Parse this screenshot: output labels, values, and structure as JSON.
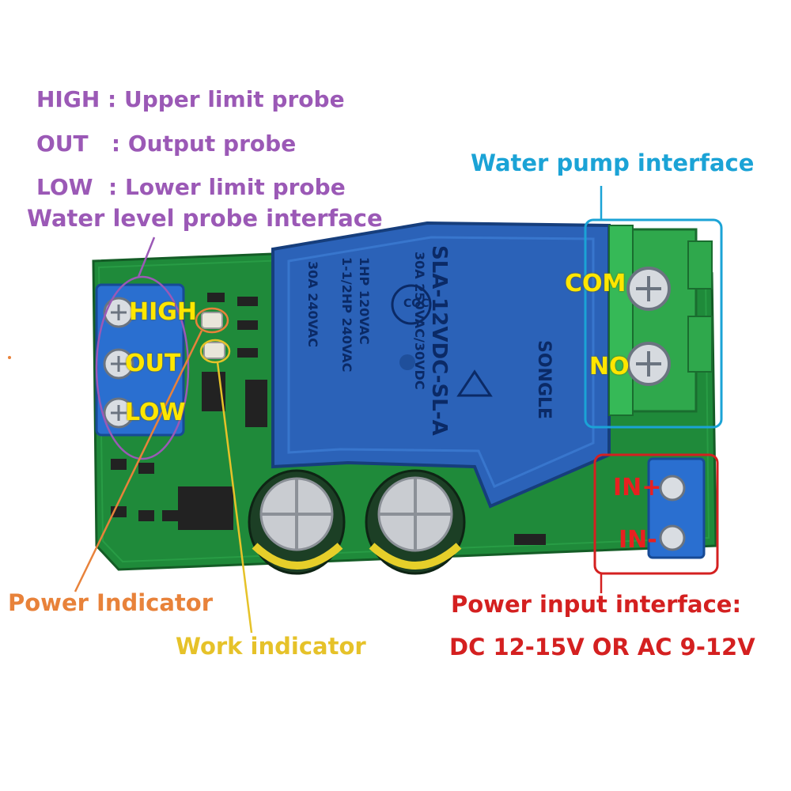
{
  "legend": {
    "high": "HIGH : Upper limit probe",
    "out": "OUT   : Output probe",
    "low": "LOW  : Lower limit probe",
    "probe_interface": "Water level probe interface"
  },
  "pump": {
    "title": "Water pump interface",
    "com": "COM",
    "no": "NO"
  },
  "probe_terminals": {
    "high": "HIGH",
    "out": "OUT",
    "low": "LOW"
  },
  "power_input": {
    "in_plus": "IN+",
    "in_minus": "IN-",
    "title": "Power input interface:",
    "spec": "DC 12-15V OR AC 9-12V"
  },
  "indicators": {
    "power": "Power Indicator",
    "work": "Work indicator"
  },
  "relay": {
    "model": "SLA-12VDC-SL-A",
    "rating1": "30A  250VAC/30VDC",
    "rating2": "1HP 120VAC",
    "rating3": "1-1/2HP 240VAC",
    "rating4": "30A 240VAC",
    "brand": "SONGLE",
    "cert": "CQC"
  },
  "colors": {
    "legend": "#9b59b6",
    "pump": "#1ba3d6",
    "power_indicator": "#e8823a",
    "work_indicator": "#e6c229",
    "power_input": "#d42020",
    "pcb": "#1f8a3a",
    "relay": "#2b62b8"
  }
}
